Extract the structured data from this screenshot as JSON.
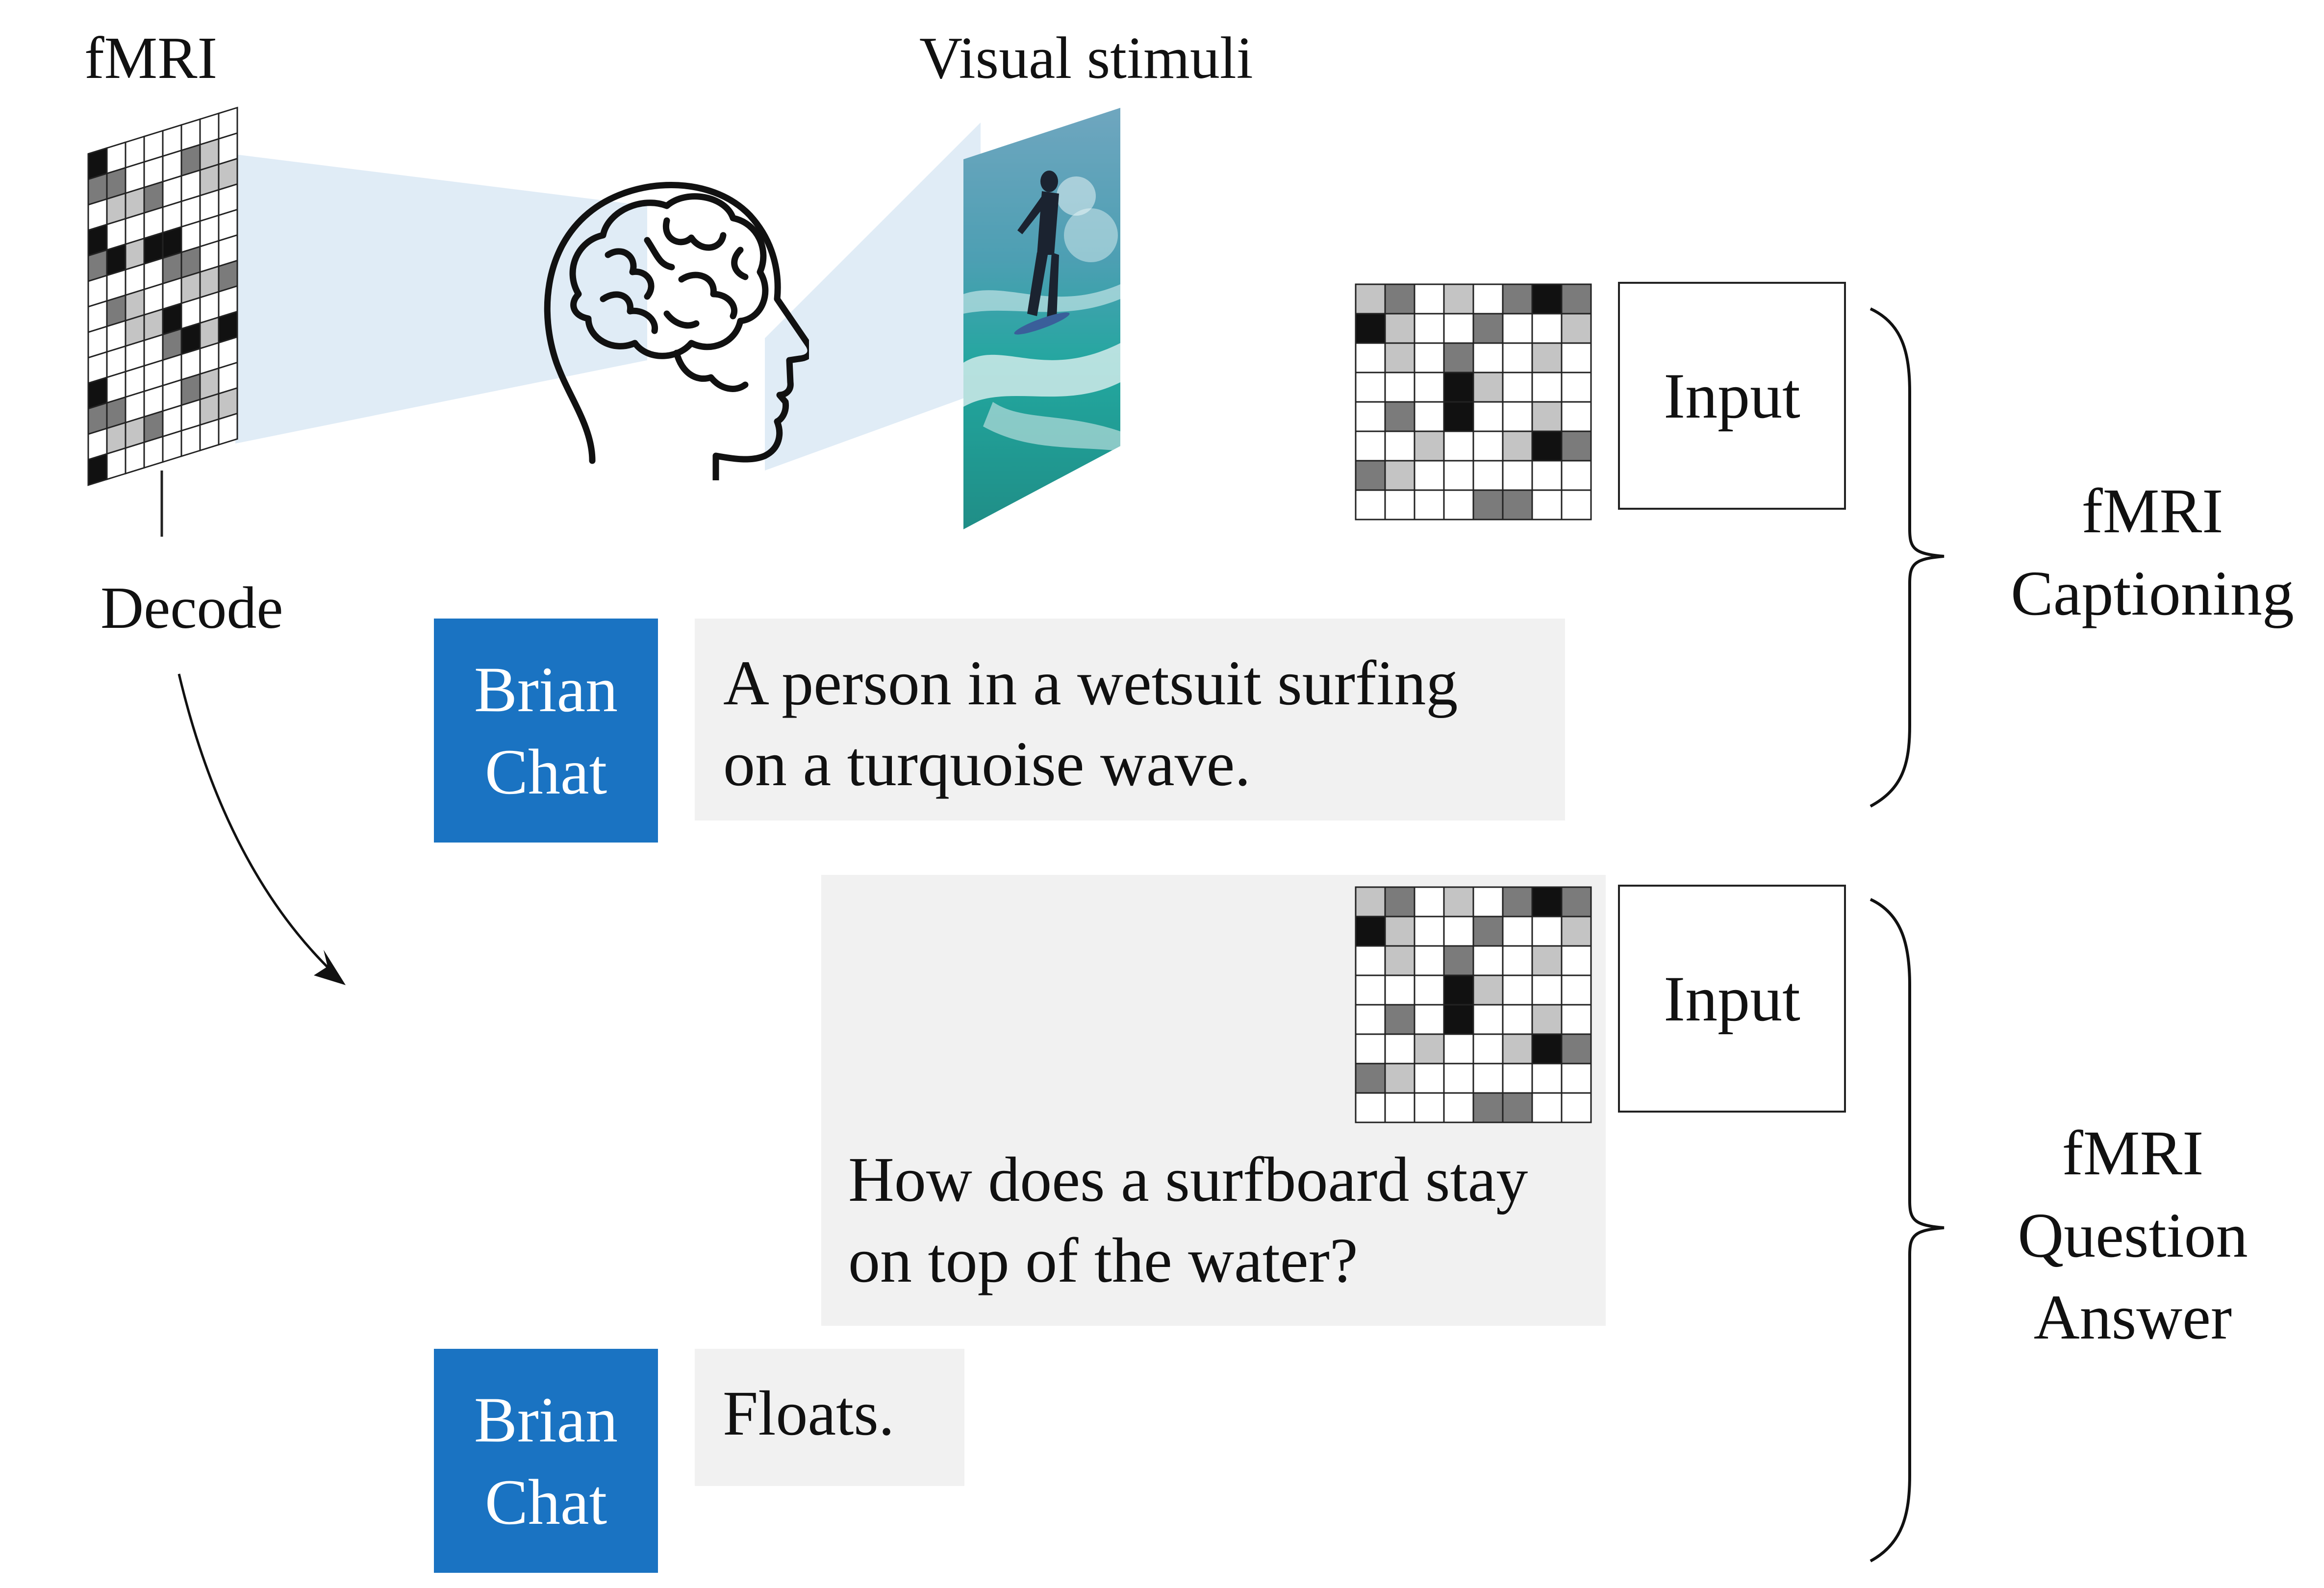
{
  "labels": {
    "fmri": "fMRI",
    "visual_stimuli": "Visual stimuli",
    "decode": "Decode"
  },
  "captioning": {
    "input_label": "Input",
    "chat_label_line1": "Brian",
    "chat_label_line2": "Chat",
    "response_line1": "A person in a wetsuit surfing",
    "response_line2": "on a turquoise wave.",
    "task_line1": "fMRI",
    "task_line2": "Captioning"
  },
  "qa": {
    "input_label": "Input",
    "question_line1": "How does a surfboard stay",
    "question_line2": "on top of the water?",
    "chat_label_line1": "Brian",
    "chat_label_line2": "Chat",
    "answer": "Floats.",
    "task_line1": "fMRI",
    "task_line2": "Question",
    "task_line3": "Answer"
  },
  "colors": {
    "chat_blue": "#1a73c2",
    "message_bg": "#f1f1f1",
    "projection": "#dbe9f4",
    "grid_dark": "#111111",
    "grid_mid": "#7b7b7b",
    "grid_light": "#c4c4c4"
  },
  "icons": [
    "brain-head-icon",
    "surfer-image",
    "fmri-grid-icon"
  ]
}
